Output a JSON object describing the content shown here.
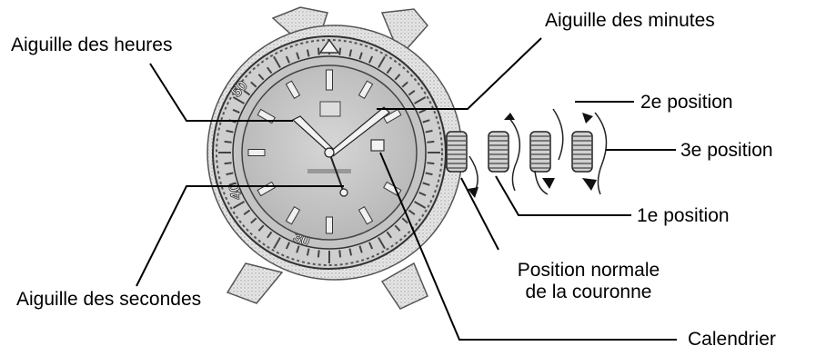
{
  "labels": {
    "hour_hand": "Aiguille des heures",
    "minute_hand": "Aiguille des minutes",
    "second_hand": "Aiguille des secondes",
    "calendar": "Calendrier",
    "pos2": "2e position",
    "pos3": "3e position",
    "pos1": "1e position",
    "normal_line1": "Position normale",
    "normal_line2": "de la couronne"
  },
  "bezel_marks": [
    "30",
    "40",
    "50"
  ],
  "colors": {
    "ink": "#000000",
    "metal_light": "#d9d9d9",
    "metal_dark": "#8c8c8c"
  }
}
